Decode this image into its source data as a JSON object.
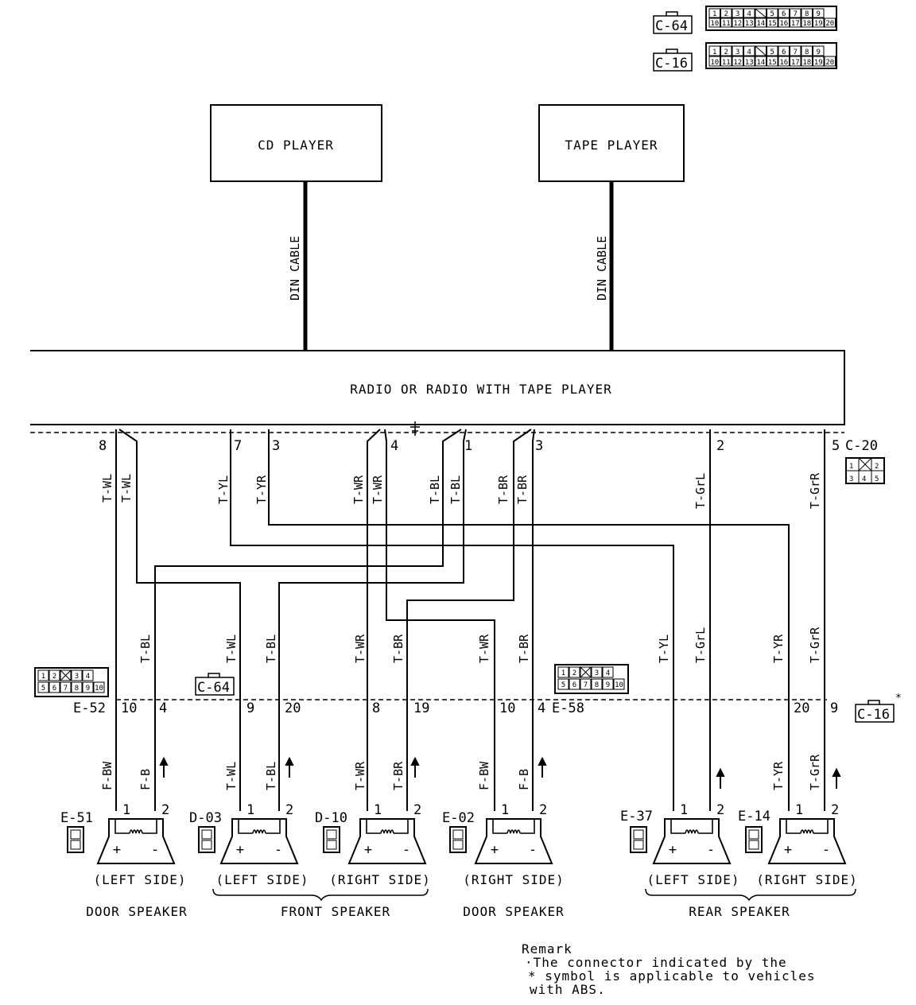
{
  "top_legend": {
    "c64_label": "C-64",
    "c16_label": "C-16",
    "c64_pins_row1": [
      "1",
      "2",
      "3",
      "4",
      "",
      "5",
      "6",
      "7",
      "8",
      "9"
    ],
    "c64_pins_row2": [
      "10",
      "11",
      "12",
      "13",
      "14",
      "15",
      "16",
      "17",
      "18",
      "19",
      "20"
    ],
    "c16_pins_row1": [
      "1",
      "2",
      "3",
      "4",
      "",
      "5",
      "6",
      "7",
      "8",
      "9"
    ],
    "c16_pins_row2": [
      "10",
      "11",
      "12",
      "13",
      "14",
      "15",
      "16",
      "17",
      "18",
      "19",
      "20"
    ]
  },
  "boxes": {
    "cd_player": "CD PLAYER",
    "tape_player": "TAPE PLAYER",
    "radio": "RADIO OR RADIO WITH TAPE PLAYER"
  },
  "cables": {
    "left": "DIN CABLE",
    "right": "DIN CABLE"
  },
  "radio_connector": {
    "id": "C-20",
    "pins": [
      "8",
      "7",
      "3",
      "4",
      "1",
      "3",
      "2",
      "5"
    ],
    "grid": [
      "1",
      "2",
      "3",
      "4",
      "5"
    ]
  },
  "wire_colors": {
    "top": [
      "T-WL",
      "T-WL",
      "T-YL",
      "T-YR",
      "T-WR",
      "T-WR",
      "T-BL",
      "T-BL",
      "T-BR",
      "T-BR",
      "T-GrL",
      "T-GrR"
    ],
    "middle": [
      "T-BL",
      "T-WL",
      "T-BL",
      "T-WR",
      "T-BR",
      "T-WR",
      "T-BR",
      "T-YL",
      "T-GrL",
      "T-YR",
      "T-GrR"
    ],
    "bottom": [
      "F-BW",
      "F-B",
      "T-WL",
      "T-BL",
      "T-WR",
      "T-BR",
      "F-BW",
      "F-B",
      "T-YR",
      "T-GrR"
    ]
  },
  "junctions": {
    "e52": {
      "id": "E-52",
      "pins": [
        "10",
        "4"
      ],
      "grid": [
        "1",
        "2",
        "3",
        "4",
        "5",
        "6",
        "7",
        "8",
        "9",
        "10"
      ]
    },
    "c64": {
      "id": "C-64",
      "pins": [
        "9",
        "20",
        "8",
        "19"
      ]
    },
    "e58": {
      "id": "E-58",
      "pins": [
        "10",
        "4"
      ],
      "grid": [
        "1",
        "2",
        "3",
        "4",
        "5",
        "6",
        "7",
        "8",
        "9",
        "10"
      ]
    },
    "c16": {
      "id": "C-16",
      "pins": [
        "20",
        "9"
      ],
      "star": "*"
    }
  },
  "speakers": [
    {
      "id": "E-51",
      "pin1": "1",
      "pin2": "2",
      "plus": "+",
      "minus": "-"
    },
    {
      "id": "D-03",
      "pin1": "1",
      "pin2": "2",
      "plus": "+",
      "minus": "-"
    },
    {
      "id": "D-10",
      "pin1": "1",
      "pin2": "2",
      "plus": "+",
      "minus": "-"
    },
    {
      "id": "E-02",
      "pin1": "1",
      "pin2": "2",
      "plus": "+",
      "minus": "-"
    },
    {
      "id": "E-37",
      "pin1": "1",
      "pin2": "2",
      "plus": "+",
      "minus": "-"
    },
    {
      "id": "E-14",
      "pin1": "1",
      "pin2": "2",
      "plus": "+",
      "minus": "-"
    }
  ],
  "side_labels": [
    "(LEFT SIDE)",
    "(LEFT SIDE)",
    "(RIGHT SIDE)",
    "(RIGHT SIDE)",
    "(LEFT SIDE)",
    "(RIGHT SIDE)"
  ],
  "group_labels": [
    "DOOR SPEAKER",
    "FRONT SPEAKER",
    "DOOR SPEAKER",
    "REAR SPEAKER"
  ],
  "remark": {
    "title": "Remark",
    "line1": "·The connector indicated by the",
    "line2": "* symbol is applicable to vehicles",
    "line3": "with ABS."
  }
}
